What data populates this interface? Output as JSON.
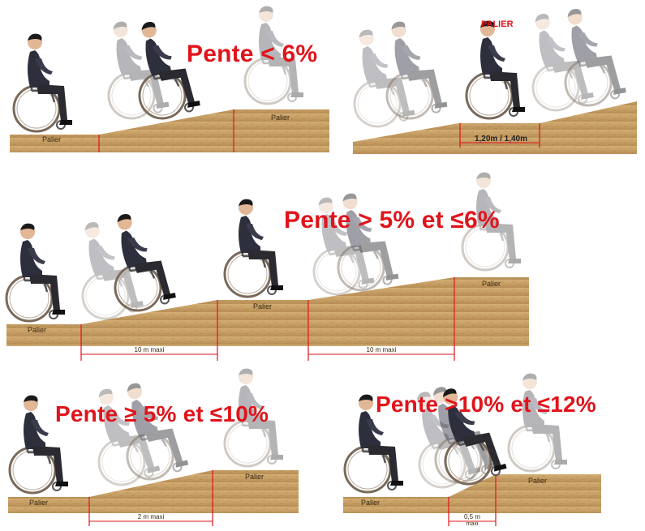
{
  "colors": {
    "accent": "#e0141b",
    "ground": "#c9a36a",
    "ground_dark": "#a9834c"
  },
  "panel1": {
    "title": "Pente < 6%",
    "palier_left": "Palier",
    "palier_right": "Palier"
  },
  "panel2": {
    "title": "PALIER",
    "dimension": "1,20m / 1,40m"
  },
  "panel3": {
    "title": "Pente > 5% et ≤6%",
    "palier_left": "Palier",
    "palier_right": "Palier",
    "dim_left": "10 m maxi",
    "dim_right": "10 m maxi"
  },
  "panel4": {
    "title": "Pente ≥ 5% et ≤10%",
    "palier_left": "Palier",
    "palier_right": "Palier",
    "dimension": "2 m maxi"
  },
  "panel5": {
    "title": "Pente >10% et ≤12%",
    "palier_left": "Palier",
    "palier_right": "Palier",
    "dimension": "0,5 m",
    "dimension_sub": "maxi"
  }
}
